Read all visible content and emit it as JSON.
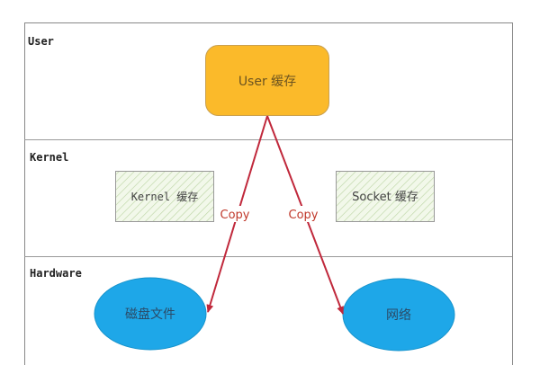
{
  "layers": [
    {
      "label": "User"
    },
    {
      "label": "Kernel"
    },
    {
      "label": "Hardware"
    }
  ],
  "nodes": {
    "user_cache": {
      "label": "User 缓存",
      "color": "#fbba2a"
    },
    "kernel_cache": {
      "label": "Kernel 缓存",
      "color": "#eef6e6"
    },
    "socket_cache": {
      "label": "Socket 缓存",
      "color": "#eef6e6"
    },
    "disk_file": {
      "label": "磁盘文件",
      "color": "#1ea7e8"
    },
    "network": {
      "label": "网络",
      "color": "#1ea7e8"
    }
  },
  "edges": [
    {
      "from": "user_cache",
      "to": "disk_file",
      "label": "Copy"
    },
    {
      "from": "user_cache",
      "to": "network",
      "label": "Copy"
    }
  ],
  "colors": {
    "arrow": "#c0283b",
    "frame": "#888888"
  }
}
